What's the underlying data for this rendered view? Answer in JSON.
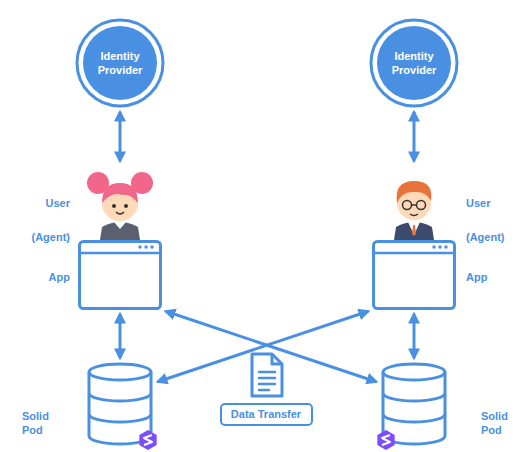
{
  "diagram": {
    "nodes": [
      {
        "text": [
          "Identity Provider"
        ]
      },
      {
        "text": [
          "Identity Provider"
        ]
      },
      {
        "text": [
          "User",
          "(Agent)",
          "App"
        ]
      },
      {
        "text": [
          "User",
          "(Agent)",
          "App"
        ]
      },
      {
        "text": [
          "Solid Pod"
        ]
      },
      {
        "text": [
          "Data Transfer"
        ]
      },
      {
        "text": [
          "Solid Pod"
        ]
      }
    ],
    "edges": [
      {
        "from": 0,
        "to": 2,
        "arrow": "both"
      },
      {
        "from": 1,
        "to": 3,
        "arrow": "both"
      },
      {
        "from": 2,
        "to": 4,
        "arrow": "both"
      },
      {
        "from": 2,
        "to": 6,
        "arrow": "both"
      },
      {
        "from": 3,
        "to": 4,
        "arrow": "both"
      },
      {
        "from": 3,
        "to": 6,
        "arrow": "both"
      }
    ]
  }
}
